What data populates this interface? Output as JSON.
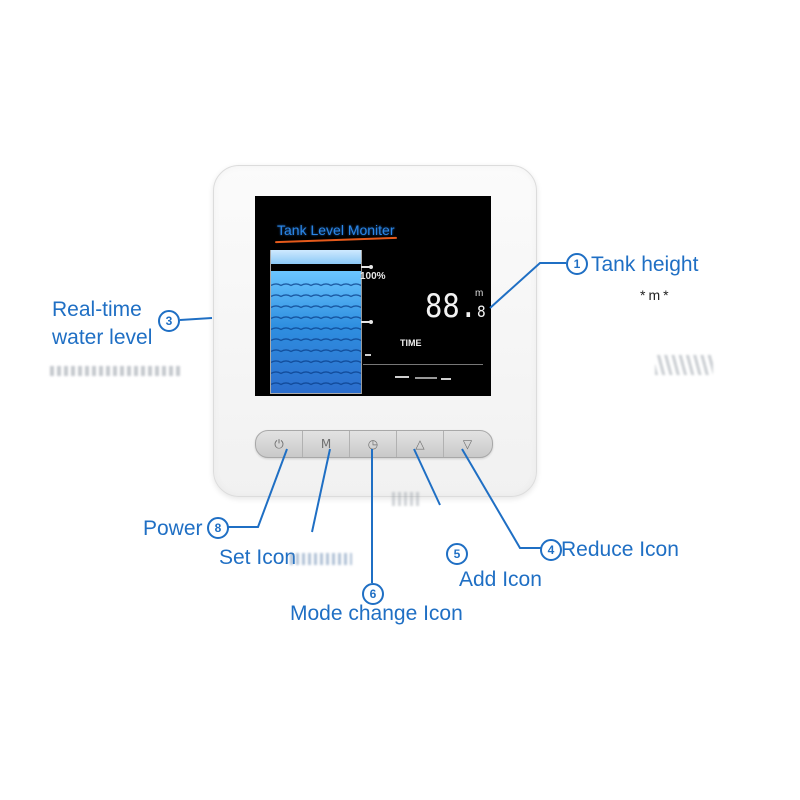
{
  "screen": {
    "title": "Tank Level Moniter",
    "percent_label": "100%",
    "digits": "88.",
    "digit_small": "8",
    "unit": "m",
    "time_label": "TIME"
  },
  "water_level": {
    "fill_fraction": 0.85
  },
  "keys": [
    {
      "icon": "power-icon",
      "glyph": "⏻"
    },
    {
      "icon": "m-key-icon",
      "glyph": "M"
    },
    {
      "icon": "clock-icon",
      "glyph": "◷"
    },
    {
      "icon": "up-arrow-icon",
      "glyph": "△"
    },
    {
      "icon": "down-arrow-icon",
      "glyph": "▽"
    }
  ],
  "callouts": {
    "tank_height": {
      "number": "1",
      "label": "Tank height",
      "note": "*m*"
    },
    "water_level": {
      "number": "3",
      "label_line1": "Real-time",
      "label_line2": "water level"
    },
    "reduce": {
      "number": "4",
      "label": "Reduce Icon"
    },
    "add": {
      "number": "5",
      "label": "Add Icon"
    },
    "mode": {
      "number": "6",
      "label": "Mode change Icon"
    },
    "power": {
      "number": "8",
      "label": "Power"
    },
    "set": {
      "label": "Set Icon"
    }
  },
  "colors": {
    "annotation": "#1f6fc4",
    "title_text": "#2b86e6",
    "title_underline": "#e55a1b",
    "water": "#2f8fe0"
  }
}
